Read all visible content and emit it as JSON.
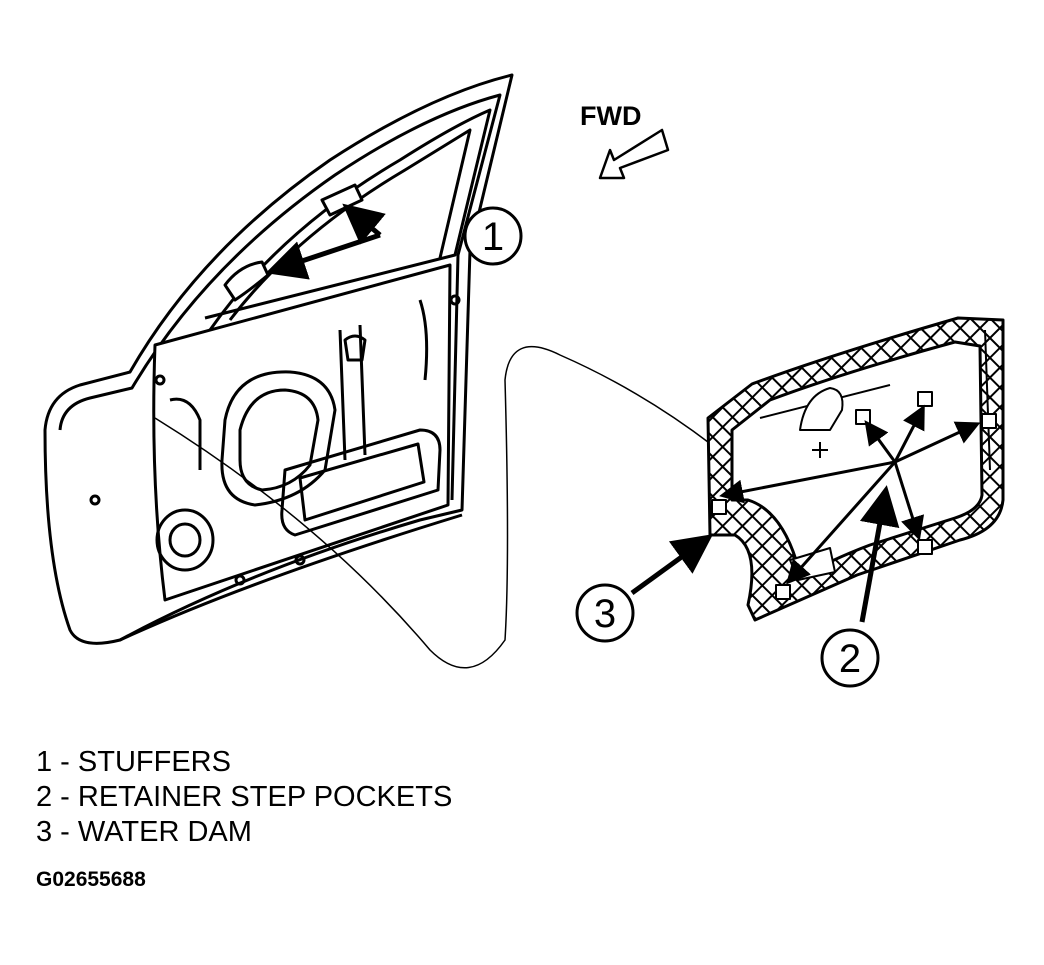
{
  "diagram": {
    "direction_label": "FWD",
    "callouts": [
      {
        "number": "1",
        "name": "STUFFERS"
      },
      {
        "number": "2",
        "name": "RETAINER STEP POCKETS"
      },
      {
        "number": "3",
        "name": "WATER DAM"
      }
    ]
  },
  "legend": {
    "items": [
      "1 - STUFFERS",
      "2 - RETAINER STEP POCKETS",
      "3 - WATER DAM"
    ]
  },
  "figure_id": "G02655688",
  "colors": {
    "ink": "#000000",
    "background": "#ffffff"
  }
}
